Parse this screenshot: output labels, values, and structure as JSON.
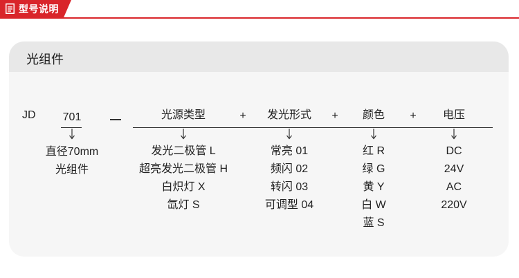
{
  "header": {
    "title": "型号说明"
  },
  "card": {
    "title": "光组件"
  },
  "code": {
    "prefix": "JD",
    "number": "701",
    "dash": "—",
    "plus": "+"
  },
  "columns": {
    "number_desc": [
      "直径70mm",
      "光组件"
    ],
    "source": {
      "title": "光源类型",
      "items": [
        "发光二极管 L",
        "超亮发光二极管 H",
        "白炽灯 X",
        "氙灯 S"
      ]
    },
    "mode": {
      "title": "发光形式",
      "items": [
        "常亮 01",
        "频闪 02",
        "转闪 03",
        "可调型 04"
      ]
    },
    "color": {
      "title": "颜色",
      "items": [
        "红 R",
        "绿 G",
        "黄 Y",
        "白 W",
        "蓝 S"
      ]
    },
    "voltage": {
      "title": "电压",
      "items": [
        "DC",
        "24V",
        "AC",
        "220V"
      ]
    }
  },
  "colors": {
    "accent": "#d9252a",
    "card": "#f6f6f6",
    "card_head": "#e8e8e8"
  }
}
